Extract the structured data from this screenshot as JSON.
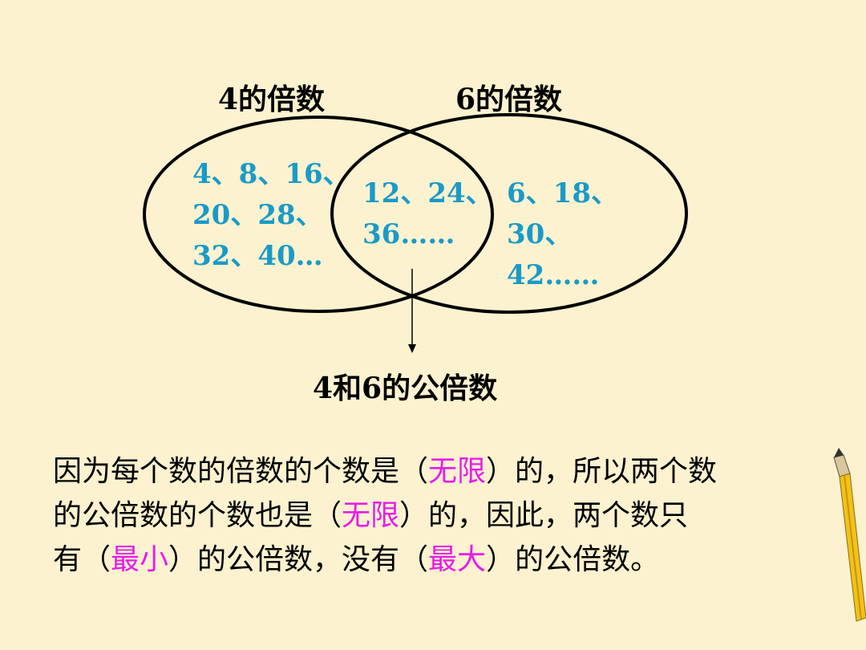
{
  "diagram": {
    "left_set_label": "4的倍数",
    "right_set_label": "6的倍数",
    "left_only_values": [
      "4、8、16、",
      "20、28、",
      "32、40…"
    ],
    "intersection_values": [
      "12、24、",
      "36……"
    ],
    "right_only_values": [
      "6、18、",
      "30、",
      "42……"
    ],
    "intersection_label": "4和6的公倍数"
  },
  "paragraph": {
    "line1": {
      "before": "因为每个数的倍数的个数是（",
      "highlight": "无限",
      "after": "）的，所以两个数"
    },
    "line2": {
      "before": "的公倍数的个数也是（",
      "highlight": "无限",
      "after": "）的，因此，两个数只"
    },
    "line3": {
      "before": "有（",
      "highlight1": "最小",
      "middle": "）的公倍数，没有（",
      "highlight2": "最大",
      "after": "）的公倍数。"
    }
  },
  "colors": {
    "background": "#fcf2cf",
    "value_text": "#1a9ac8",
    "highlight_text": "#e81ce8",
    "ellipse_stroke": "#000000"
  }
}
